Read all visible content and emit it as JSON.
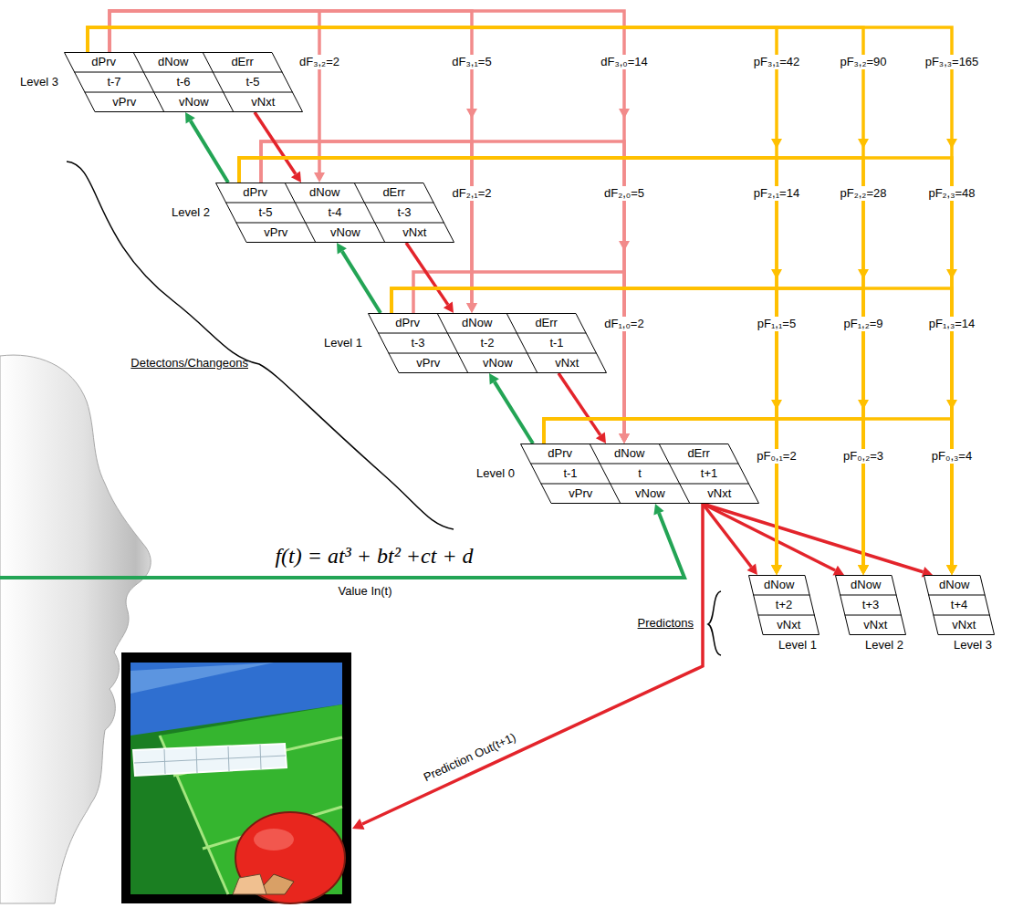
{
  "diagram": {
    "nodes": [
      {
        "text": [
          "Level 3",
          "dPrv",
          "dNow",
          "dErr",
          "t-7",
          "t-6",
          "t-5",
          "vPrv",
          "vNow",
          "vNxt"
        ]
      },
      {
        "text": [
          "Level 2",
          "dPrv",
          "dNow",
          "dErr",
          "t-5",
          "t-4",
          "t-3",
          "vPrv",
          "vNow",
          "vNxt"
        ]
      },
      {
        "text": [
          "Level 1",
          "dPrv",
          "dNow",
          "dErr",
          "t-3",
          "t-2",
          "t-1",
          "vPrv",
          "vNow",
          "vNxt"
        ]
      },
      {
        "text": [
          "Level 0",
          "dPrv",
          "dNow",
          "dErr",
          "t-1",
          "t",
          "t+1",
          "vPrv",
          "vNow",
          "vNxt"
        ]
      },
      {
        "text": [
          "dNow",
          "t+2",
          "vNxt",
          "Level 1"
        ]
      },
      {
        "text": [
          "dNow",
          "t+3",
          "vNxt",
          "Level 2"
        ]
      },
      {
        "text": [
          "dNow",
          "t+4",
          "vNxt",
          "Level 3"
        ]
      }
    ],
    "edges": [
      {
        "from": 0,
        "to": 1,
        "arrow": "to"
      },
      {
        "from": 0,
        "to": 2,
        "arrow": "to"
      },
      {
        "from": 0,
        "to": 3,
        "arrow": "to"
      },
      {
        "from": 1,
        "to": 2,
        "arrow": "to"
      },
      {
        "from": 1,
        "to": 3,
        "arrow": "to"
      },
      {
        "from": 2,
        "to": 3,
        "arrow": "to"
      },
      {
        "from": 0,
        "to": 1,
        "arrow": "to"
      },
      {
        "from": 1,
        "to": 2,
        "arrow": "to"
      },
      {
        "from": 2,
        "to": 3,
        "arrow": "to"
      },
      {
        "from": 3,
        "to": 4,
        "arrow": "to"
      },
      {
        "from": 3,
        "to": 5,
        "arrow": "to"
      },
      {
        "from": 3,
        "to": 6,
        "arrow": "to"
      },
      {
        "from": 1,
        "to": 0,
        "arrow": "to"
      },
      {
        "from": 2,
        "to": 1,
        "arrow": "to"
      },
      {
        "from": 3,
        "to": 2,
        "arrow": "to"
      },
      {
        "from": 0,
        "to": 4,
        "arrow": "to"
      },
      {
        "from": 0,
        "to": 5,
        "arrow": "to"
      },
      {
        "from": 0,
        "to": 6,
        "arrow": "to"
      },
      {
        "from": 1,
        "to": 4,
        "arrow": "to"
      },
      {
        "from": 1,
        "to": 5,
        "arrow": "to"
      },
      {
        "from": 1,
        "to": 6,
        "arrow": "to"
      },
      {
        "from": 2,
        "to": 4,
        "arrow": "to"
      },
      {
        "from": 2,
        "to": 5,
        "arrow": "to"
      },
      {
        "from": 2,
        "to": 6,
        "arrow": "to"
      },
      {
        "from": 3,
        "to": 4,
        "arrow": "to"
      },
      {
        "from": 3,
        "to": 5,
        "arrow": "to"
      },
      {
        "from": 3,
        "to": 6,
        "arrow": "to"
      }
    ],
    "labels": [
      "dF₃,₂=2",
      "dF₃,₁=5",
      "dF₃,₀=14",
      "pF₃,₁=42",
      "pF₃,₂=90",
      "pF₃,₃=165",
      "dF₂,₁=2",
      "dF₂,₀=5",
      "pF₂,₁=14",
      "pF₂,₂=28",
      "pF₂,₃=48",
      "dF₁,₀=2",
      "pF₁,₁=5",
      "pF₁,₂=9",
      "pF₁,₃=14",
      "pF₀,₁=2",
      "pF₀,₂=3",
      "pF₀,₃=4",
      "Detectons/Changeons",
      "f(t) = at³ + bt² +ct + d",
      "Value In(t)",
      "Predictons",
      "Prediction Out(t+1)"
    ]
  }
}
